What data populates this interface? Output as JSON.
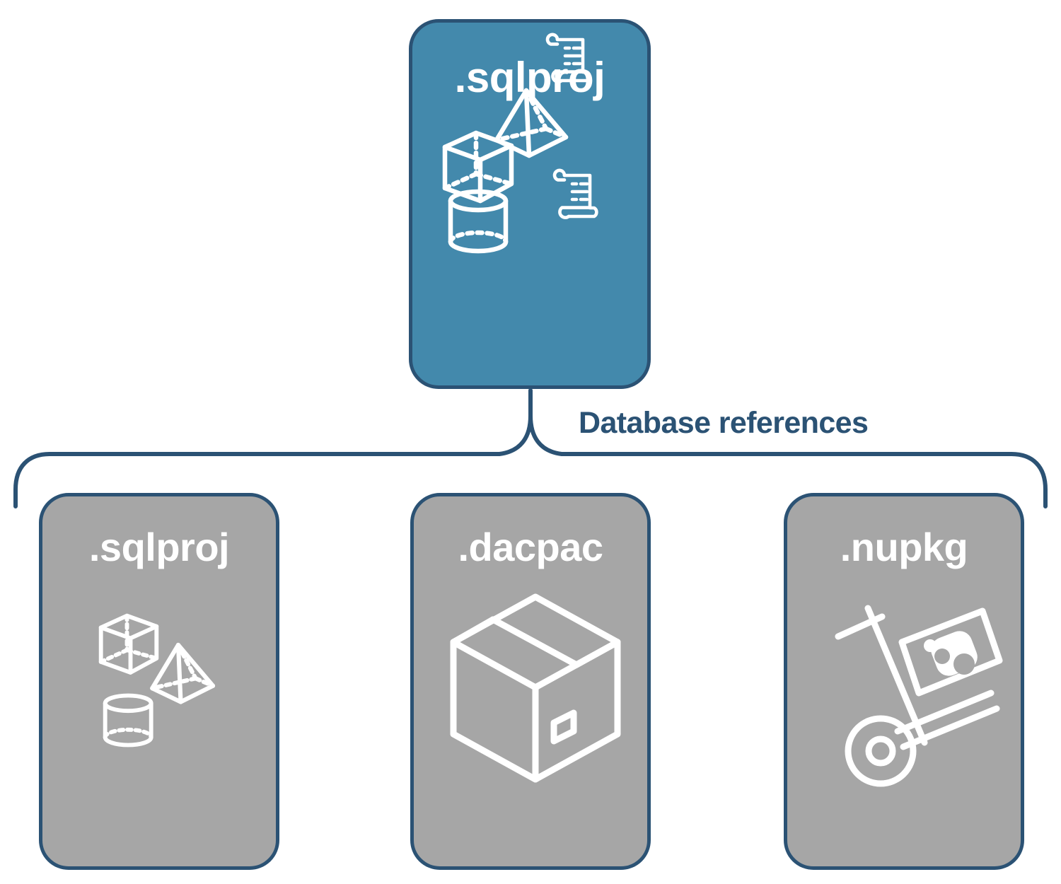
{
  "diagram": {
    "title": "Database references",
    "colors": {
      "parent_fill": "#4389ac",
      "child_fill": "#a6a6a6",
      "border": "#2b5274",
      "icon_stroke": "#ffffff",
      "label_text": "#2b5274",
      "background": "#ffffff"
    },
    "parent": {
      "label": ".sqlproj",
      "icons": [
        "cube-icon",
        "pyramid-icon",
        "cylinder-icon",
        "script-scroll-icon",
        "script-scroll-icon"
      ]
    },
    "connector": {
      "type": "curly-brace",
      "label": "Database references",
      "from": "parent-card-sqlproj",
      "to": [
        "child-card-sqlproj",
        "child-card-dacpac",
        "child-card-nupkg"
      ]
    },
    "children": [
      {
        "label": ".sqlproj",
        "icons": [
          "cube-icon",
          "pyramid-icon",
          "cylinder-icon"
        ]
      },
      {
        "label": ".dacpac",
        "icons": [
          "shipping-box-icon"
        ]
      },
      {
        "label": ".nupkg",
        "icons": [
          "hand-truck-icon",
          "nuget-package-icon"
        ]
      }
    ]
  }
}
